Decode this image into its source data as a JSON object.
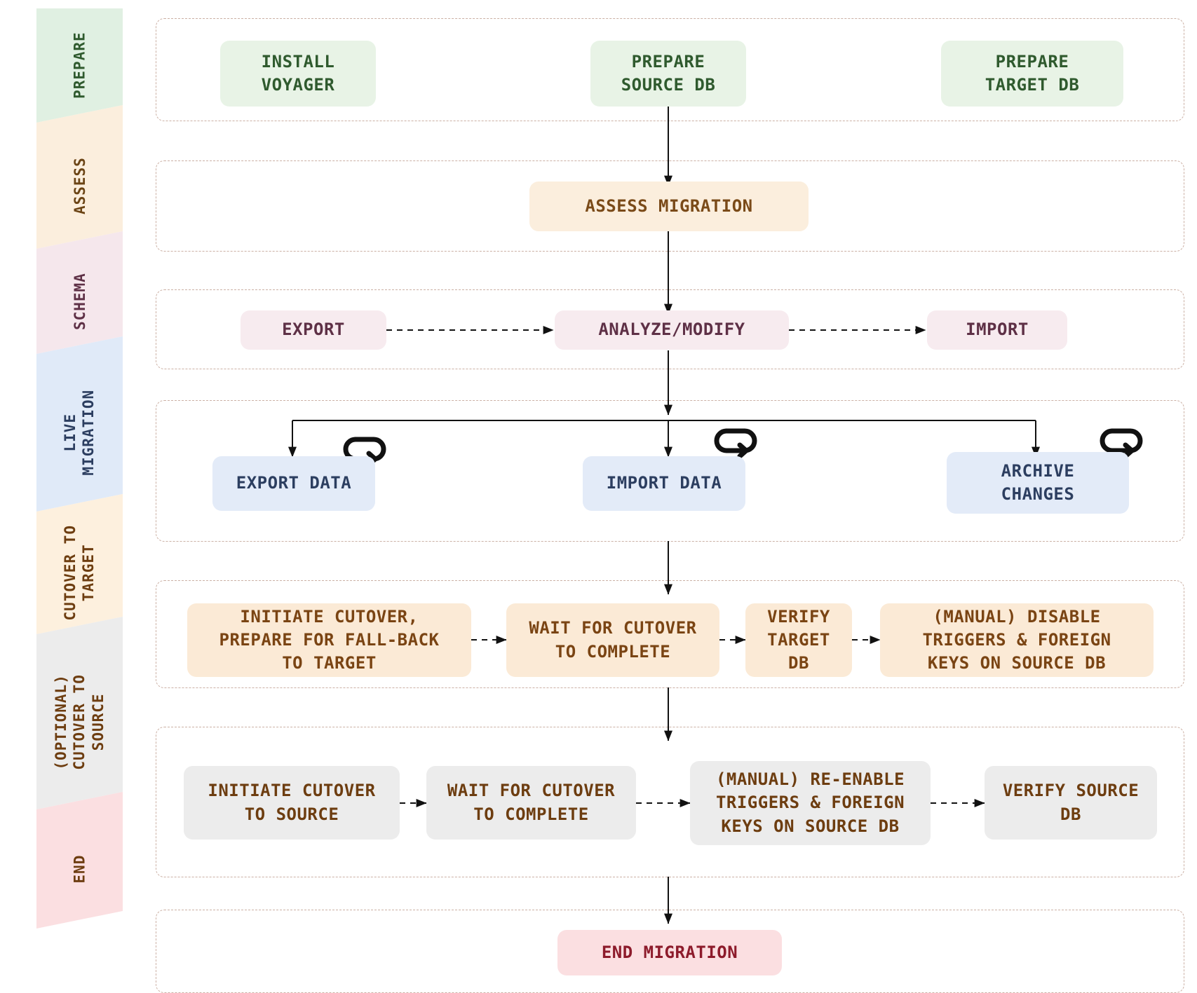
{
  "diagram": {
    "title": "YugabyteDB Voyager live migration workflow",
    "type": "flowchart",
    "colors": {
      "lane_border": "#cbb0a4",
      "prepare_band": "#e0f0e2",
      "prepare_node": "#e8f3e6",
      "prepare_text": "#2f5a2e",
      "assess_band": "#fbeedd",
      "assess_node": "#fbeedd",
      "assess_text": "#7a4a18",
      "schema_band": "#f5e7ec",
      "schema_node": "#f7ebef",
      "schema_text": "#5e3046",
      "live_band": "#e0eaf8",
      "live_node": "#e3ebf8",
      "live_text": "#2c3e60",
      "cutover_band": "#fdf0de",
      "cutover_node": "#fbead6",
      "cutover_text": "#7a4413",
      "optional_band": "#ececec",
      "optional_node": "#ececec",
      "optional_text": "#6d3d10",
      "end_band": "#fbdfe1",
      "end_node": "#fbdfe1",
      "end_text": "#8d1b2b",
      "connector": "#111111"
    }
  },
  "phases": [
    {
      "id": "prepare",
      "label": "PREPARE"
    },
    {
      "id": "assess",
      "label": "ASSESS"
    },
    {
      "id": "schema",
      "label": "SCHEMA"
    },
    {
      "id": "live",
      "label": "LIVE\nMIGRATION"
    },
    {
      "id": "cutover",
      "label": "CUTOVER TO\nTARGET"
    },
    {
      "id": "optional",
      "label": "(OPTIONAL)\nCUTOVER TO\nSOURCE"
    },
    {
      "id": "end",
      "label": "END"
    }
  ],
  "nodes": {
    "prepare": [
      {
        "id": "install-voyager",
        "label": "INSTALL\nVOYAGER"
      },
      {
        "id": "prepare-source-db",
        "label": "PREPARE\nSOURCE DB"
      },
      {
        "id": "prepare-target-db",
        "label": "PREPARE\nTARGET DB"
      }
    ],
    "assess": [
      {
        "id": "assess-migration",
        "label": "ASSESS MIGRATION"
      }
    ],
    "schema": [
      {
        "id": "schema-export",
        "label": "EXPORT"
      },
      {
        "id": "schema-analyze-modify",
        "label": "ANALYZE/MODIFY"
      },
      {
        "id": "schema-import",
        "label": "IMPORT"
      }
    ],
    "live": [
      {
        "id": "export-data",
        "label": "EXPORT DATA",
        "repeat": true
      },
      {
        "id": "import-data",
        "label": "IMPORT DATA",
        "repeat": true
      },
      {
        "id": "archive-changes",
        "label": "ARCHIVE\nCHANGES",
        "repeat": true
      }
    ],
    "cutover": [
      {
        "id": "initiate-cutover-target",
        "label": "INITIATE CUTOVER,\nPREPARE FOR FALL-BACK\nTO TARGET"
      },
      {
        "id": "wait-for-cutover-target",
        "label": "WAIT FOR CUTOVER\nTO COMPLETE"
      },
      {
        "id": "verify-target-db",
        "label": "VERIFY\nTARGET\nDB"
      },
      {
        "id": "disable-triggers-source",
        "label": "(MANUAL) DISABLE\nTRIGGERS & FOREIGN\nKEYS ON SOURCE DB"
      }
    ],
    "optional": [
      {
        "id": "initiate-cutover-source",
        "label": "INITIATE CUTOVER\nTO SOURCE"
      },
      {
        "id": "wait-for-cutover-source",
        "label": "WAIT FOR CUTOVER\nTO COMPLETE"
      },
      {
        "id": "reenable-triggers-source",
        "label": "(MANUAL) RE-ENABLE\nTRIGGERS & FOREIGN\nKEYS ON SOURCE DB"
      },
      {
        "id": "verify-source-db",
        "label": "VERIFY SOURCE\nDB"
      }
    ],
    "end": [
      {
        "id": "end-migration",
        "label": "END MIGRATION"
      }
    ]
  },
  "icons": {
    "repeat": "repeat-loop-icon"
  }
}
